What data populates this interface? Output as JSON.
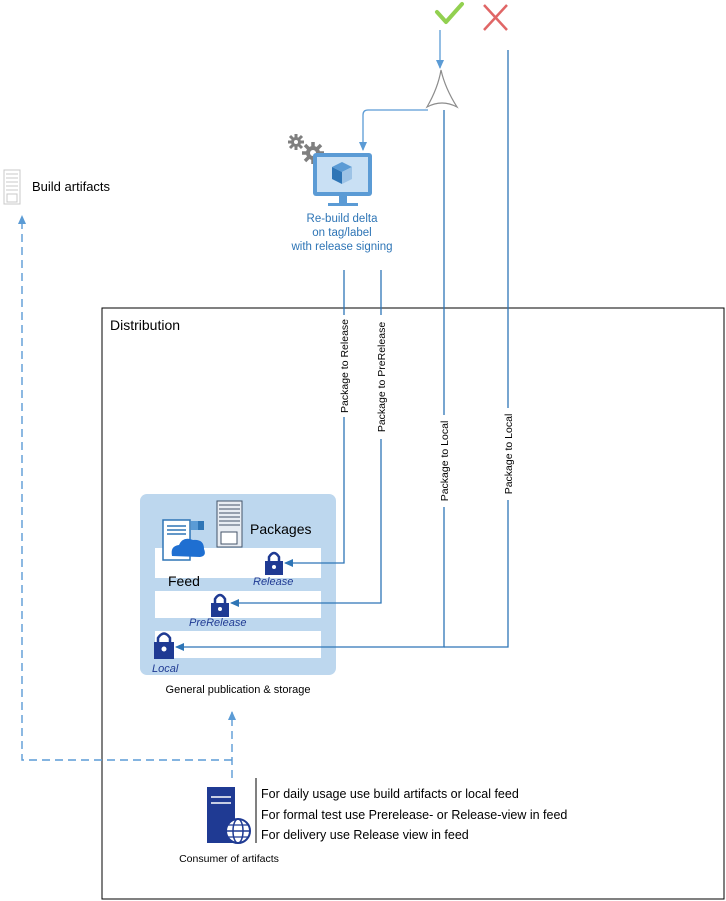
{
  "build_artifacts_label": "Build artifacts",
  "rebuild": {
    "line1": "Re-build delta",
    "line2": "on tag/label",
    "line3": "with release signing"
  },
  "distribution_label": "Distribution",
  "arrows": {
    "to_release": "Package to Release",
    "to_prerelease": "Package to PreRelease",
    "to_local_a": "Package to Local",
    "to_local_b": "Package to Local"
  },
  "feed": {
    "packages_label": "Packages",
    "feed_label": "Feed",
    "release_view": "Release",
    "prerelease_view": "PreRelease",
    "local_view": "Local",
    "caption": "General publication & storage"
  },
  "consumer": {
    "label": "Consumer of artifacts",
    "notes": [
      "For daily usage use build artifacts or local feed",
      "For formal test use Prerelease- or Release-view in feed",
      "For delivery use Release view in feed"
    ]
  },
  "colors": {
    "accent": "#2e75b6",
    "light_blue": "#5b9bd5",
    "feed_bg": "#bdd7ee",
    "navy": "#1f3a93",
    "check": "#92d050",
    "cross": "#e06666",
    "gear": "#7f7f7f"
  }
}
